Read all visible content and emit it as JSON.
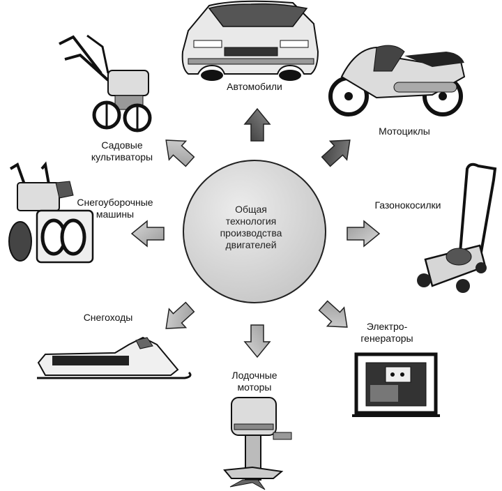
{
  "center": {
    "label": "Общая\nтехнология\nпроизводства\nдвигателей"
  },
  "applications": [
    {
      "id": "cars",
      "label": "Автомобили",
      "icon": "car-icon"
    },
    {
      "id": "motorcycles",
      "label": "Мотоциклы",
      "icon": "motorcycle-icon"
    },
    {
      "id": "lawnmowers",
      "label": "Газонокосилки",
      "icon": "lawnmower-icon"
    },
    {
      "id": "generators",
      "label": "Электро-\nгенераторы",
      "icon": "generator-icon"
    },
    {
      "id": "outboard",
      "label": "Лодочные\nмоторы",
      "icon": "outboard-motor-icon"
    },
    {
      "id": "snowmobiles",
      "label": "Снегоходы",
      "icon": "snowmobile-icon"
    },
    {
      "id": "snowblowers",
      "label": "Снегоуборочные\nмашины",
      "icon": "snowblower-icon"
    },
    {
      "id": "cultivators",
      "label": "Садовые\nкультиваторы",
      "icon": "cultivator-icon"
    }
  ],
  "colors": {
    "arrow_dark": "#6a6a6a",
    "arrow_light": "#b4b4b4",
    "circle_fill": "#d6d6d6",
    "outline": "#222222"
  }
}
